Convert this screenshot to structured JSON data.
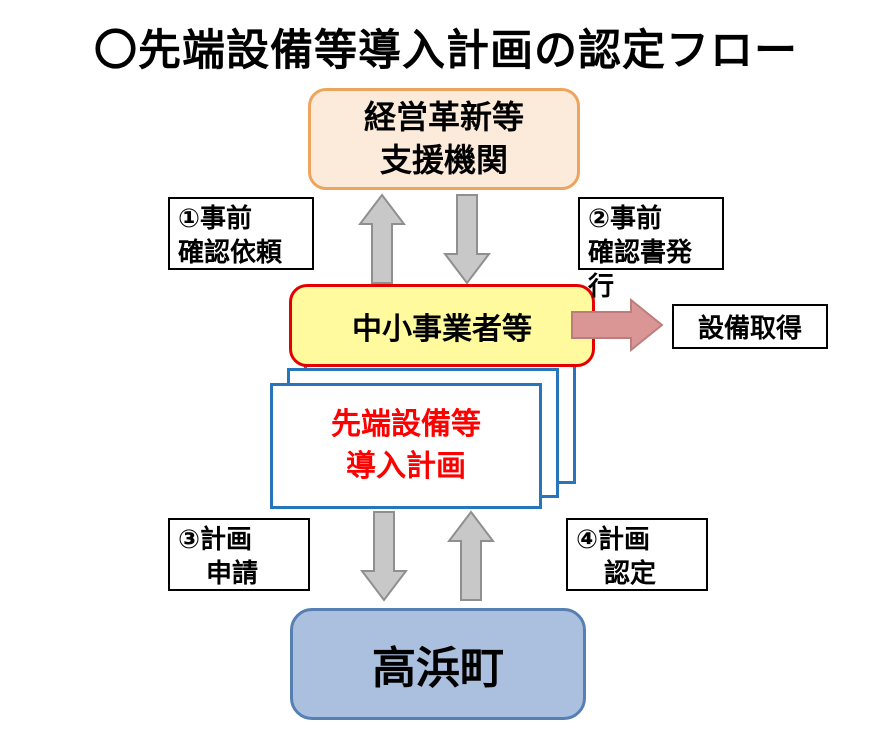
{
  "title": "〇先端設備等導入計画の認定フロー",
  "nodes": {
    "support_org": {
      "line1": "経営革新等",
      "line2": "支援機関"
    },
    "sme": {
      "label": "中小事業者等"
    },
    "plan_doc": {
      "line1": "先端設備等",
      "line2": "導入計画"
    },
    "town": {
      "label": "高浜町"
    },
    "equipment": {
      "label": "設備取得"
    }
  },
  "step_labels": [
    {
      "line1": "①事前",
      "line2": "確認依頼"
    },
    {
      "line1": "②事前",
      "line2": "確認書発行"
    },
    {
      "line1": "③計画",
      "line2": "申請"
    },
    {
      "line1": "④計画",
      "line2": "認定"
    }
  ],
  "colors": {
    "support_box_fill": "#FCEBDB",
    "support_box_border": "#EDA45F",
    "sme_box_fill": "#FFFA9D",
    "sme_box_border": "#E50000",
    "plan_doc_border": "#2776BC",
    "plan_doc_text": "#FF0000",
    "town_box_fill": "#ABC0DE",
    "town_box_border": "#567FB4",
    "arrow_gray_fill": "#C8C8C8",
    "arrow_gray_border": "#8F8F8F",
    "arrow_pink_fill": "#D99694",
    "arrow_pink_border": "#BC7E7C",
    "label_box_border": "#000000"
  }
}
